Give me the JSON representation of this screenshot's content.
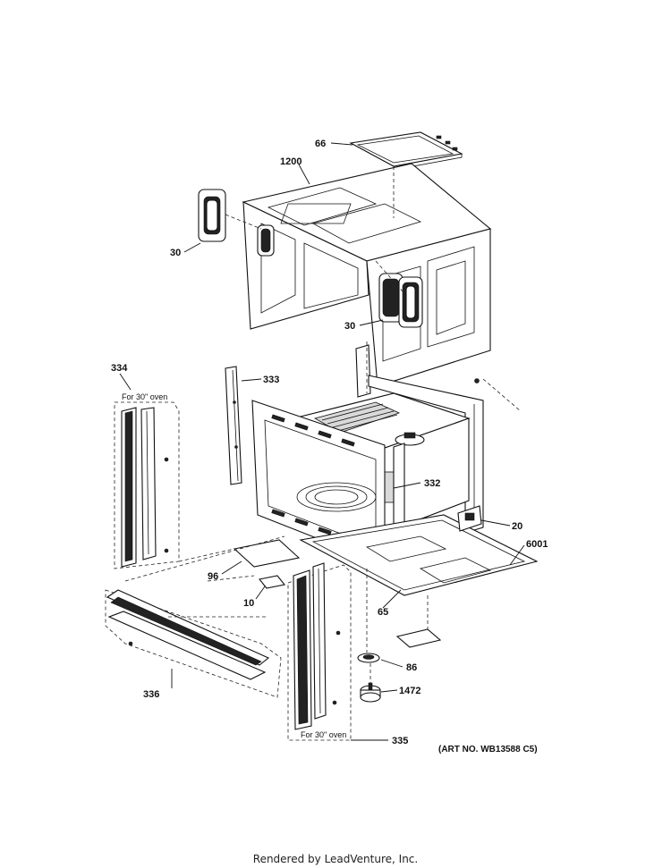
{
  "callouts": {
    "c66": "66",
    "c1200": "1200",
    "c30a": "30",
    "c30b": "30",
    "c334": "334",
    "c333": "333",
    "c332": "332",
    "c20": "20",
    "c6001": "6001",
    "c96": "96",
    "c10": "10",
    "c65": "65",
    "c86": "86",
    "c1472": "1472",
    "c336": "336",
    "c335": "335"
  },
  "notes": {
    "oven_30_left": "For 30\" oven",
    "oven_30_right": "For 30\" oven"
  },
  "art_number": "(ART NO. WB13588 C5)",
  "footer": "Rendered by LeadVenture, Inc."
}
